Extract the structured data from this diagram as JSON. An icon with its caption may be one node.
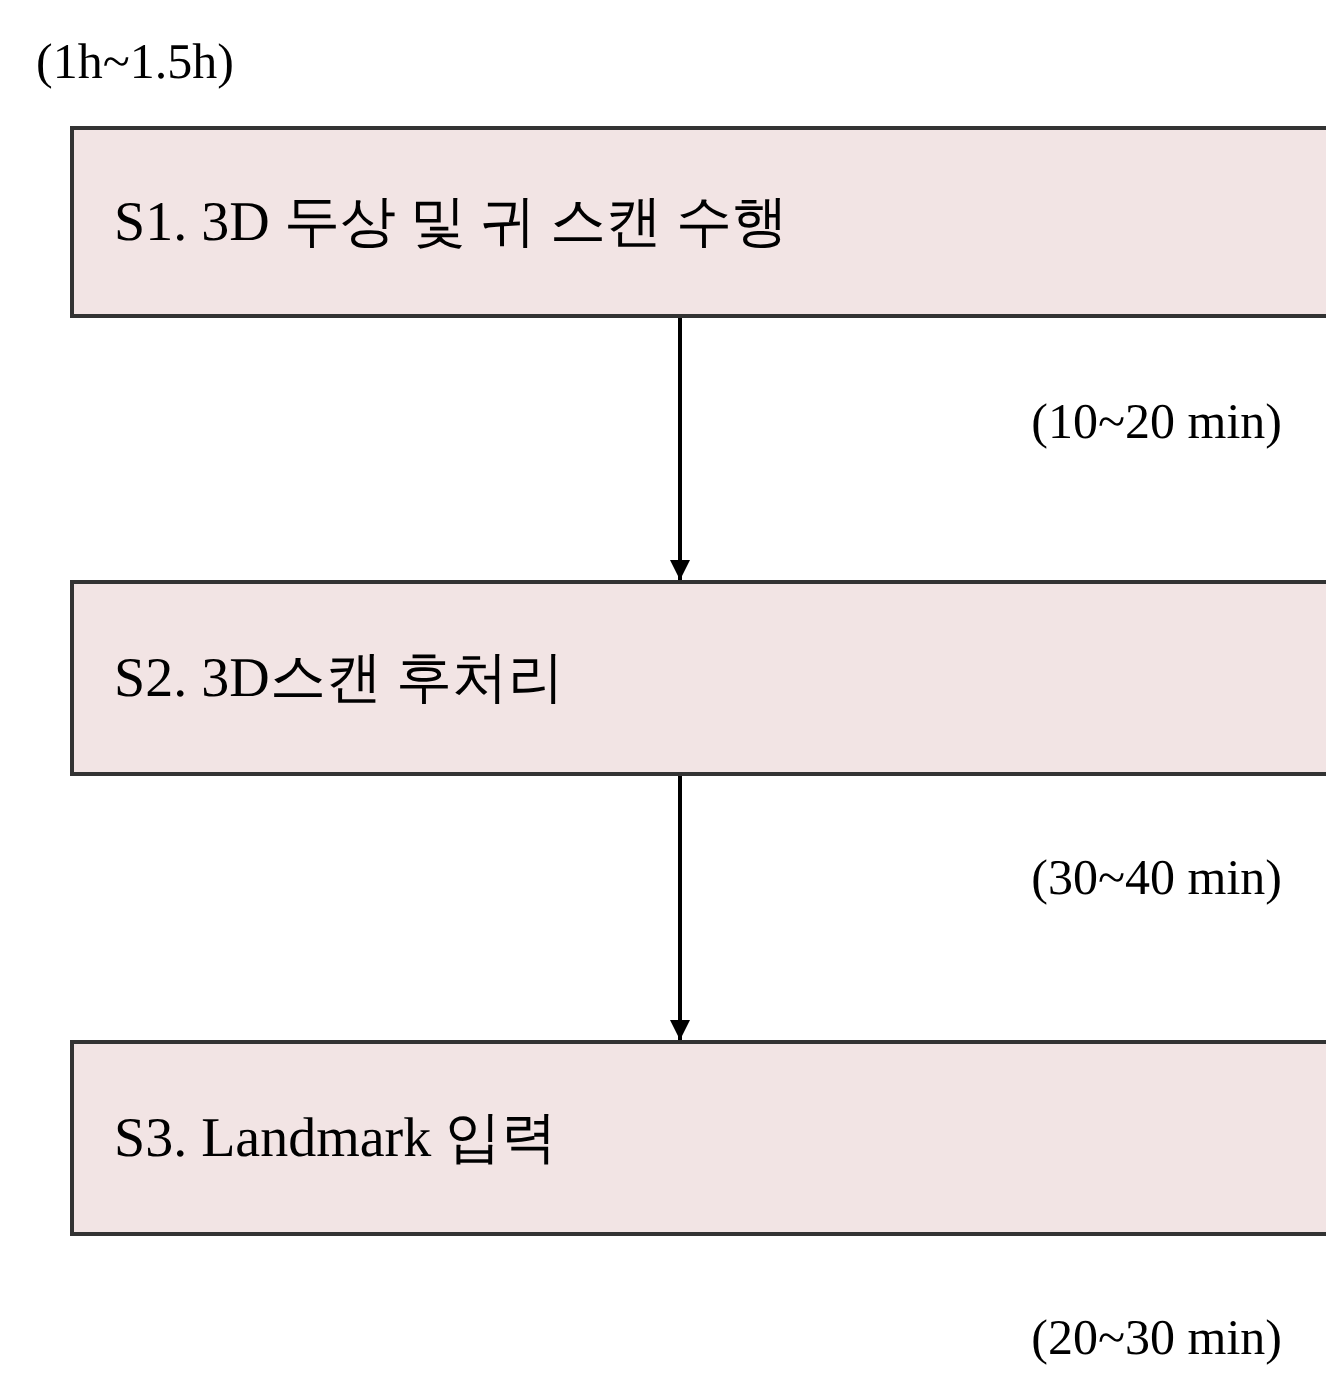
{
  "diagram": {
    "nodes": [
      {
        "text": [
          "S1. 3D 두상 및 귀 스캔 수행"
        ],
        "beside": [
          "(1h~1.5h)",
          "(10~20 min)"
        ]
      },
      {
        "text": [
          "S2. 3D스캔 후처리"
        ],
        "beside": [
          "(30~40 min)"
        ]
      },
      {
        "text": [
          "S3. Landmark 입력"
        ],
        "beside": [
          "(20~30 min)"
        ]
      }
    ],
    "edges": [
      {
        "from": 0,
        "to": 1,
        "arrow": "to"
      },
      {
        "from": 1,
        "to": 2,
        "arrow": "to"
      }
    ]
  }
}
